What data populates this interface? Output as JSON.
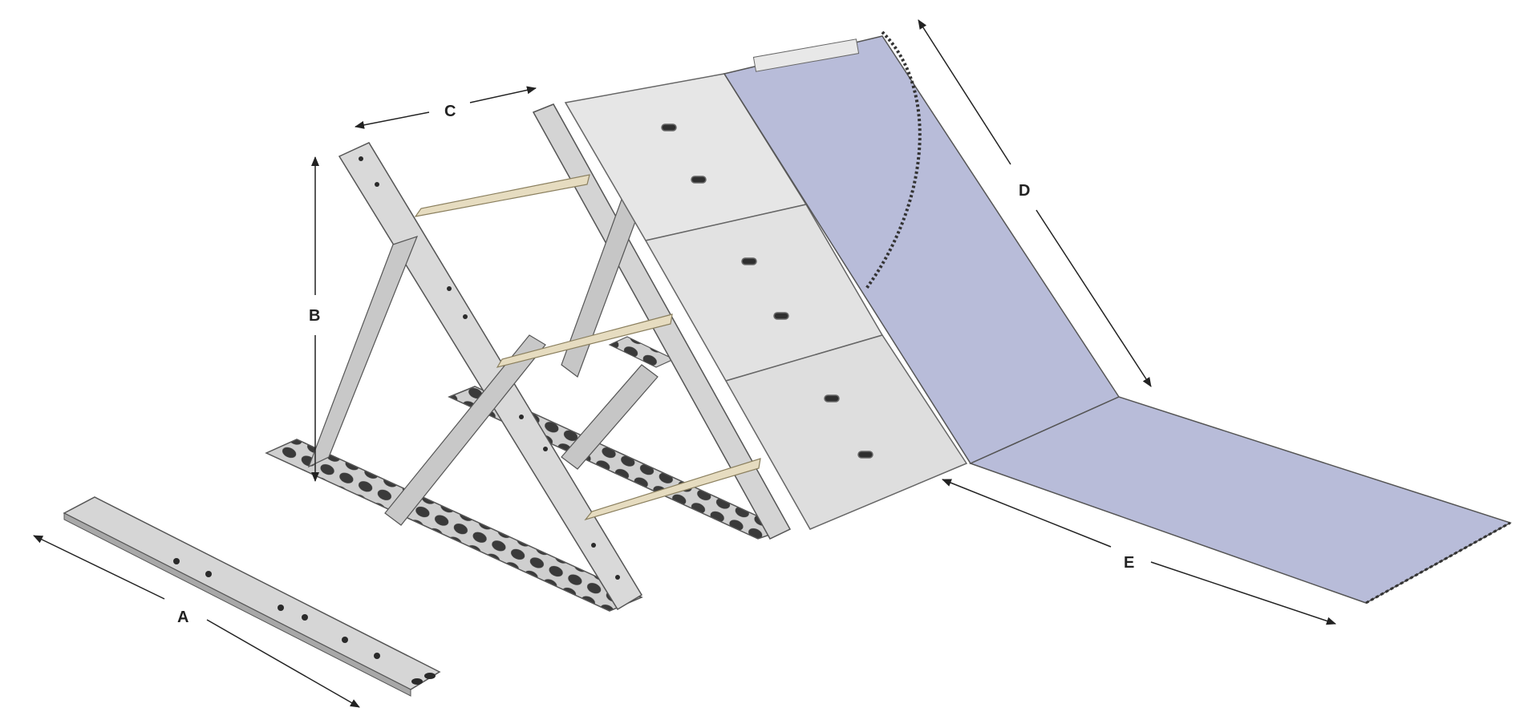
{
  "labels": {
    "A": "A",
    "B": "B",
    "C": "C",
    "D": "D",
    "E": "E"
  },
  "colors": {
    "steel": "#d8d8d8",
    "steel_dark": "#9a9a9a",
    "panel": "#e4e4e4",
    "membrane": "#b8bcd9",
    "strut": "#e6dcc0",
    "ink": "#222222"
  }
}
